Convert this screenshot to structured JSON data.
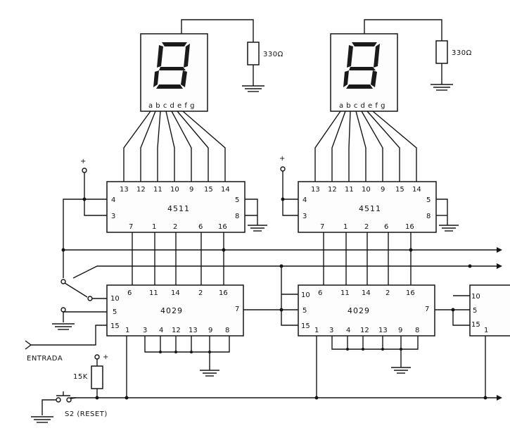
{
  "displays": [
    {
      "segment_labels": "a b c d e f g",
      "resistor": "330Ω"
    },
    {
      "segment_labels": "a b c d e f g",
      "resistor": "330Ω"
    }
  ],
  "decoder": {
    "name": "4511",
    "top_pins": [
      "13",
      "12",
      "11",
      "10",
      "9",
      "15",
      "14"
    ],
    "left_pins": [
      "4",
      "3"
    ],
    "right_pins": [
      "5",
      "8"
    ],
    "bottom_pins": [
      "7",
      "1",
      "2",
      "6",
      "16"
    ]
  },
  "counter": {
    "name": "4029",
    "top_pins": [
      "6",
      "11",
      "14",
      "2",
      "16"
    ],
    "left_pins": [
      "10",
      "5",
      "15"
    ],
    "right_pin": "7",
    "bottom_pins": [
      "1",
      "3",
      "4",
      "12",
      "13",
      "9",
      "8"
    ],
    "bottom_pins_alt": [
      "1",
      "3",
      "4",
      "12",
      "13",
      "9",
      "8"
    ]
  },
  "partial_counter": {
    "left_pins": [
      "10",
      "5",
      "15"
    ],
    "bottom_pin": "1"
  },
  "labels": {
    "plus": "+",
    "entrada": "ENTRADA",
    "resistor_15k": "15K",
    "reset": "S2 (RESET)"
  }
}
